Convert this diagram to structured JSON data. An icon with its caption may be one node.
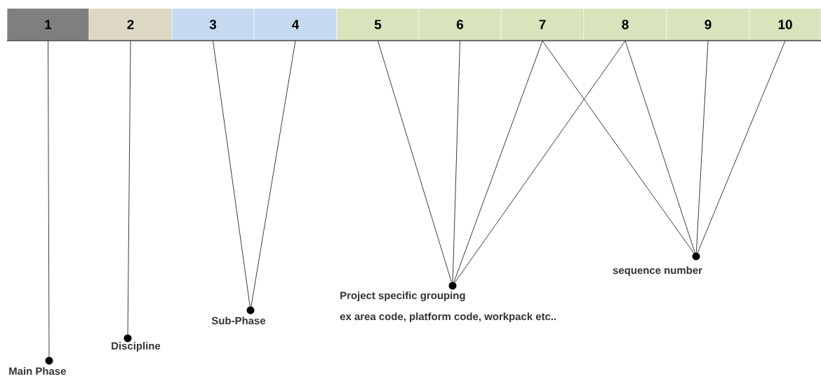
{
  "diagram": {
    "nodes": [
      {
        "text": [
          "1"
        ]
      },
      {
        "text": [
          "2"
        ]
      },
      {
        "text": [
          "3"
        ]
      },
      {
        "text": [
          "4"
        ]
      },
      {
        "text": [
          "5"
        ]
      },
      {
        "text": [
          "6"
        ]
      },
      {
        "text": [
          "7"
        ]
      },
      {
        "text": [
          "8"
        ]
      },
      {
        "text": [
          "9"
        ]
      },
      {
        "text": [
          "10"
        ]
      },
      {
        "text": [],
        "shape": "circle",
        "beside": [
          "Main Phase"
        ]
      },
      {
        "text": [],
        "shape": "circle",
        "beside": [
          "Discipline"
        ]
      },
      {
        "text": [],
        "shape": "circle",
        "beside": [
          "Sub-Phase"
        ]
      },
      {
        "text": [],
        "shape": "circle",
        "beside": [
          "Project specific grouping",
          "ex area code, platform code, workpack etc.."
        ]
      },
      {
        "text": [],
        "shape": "circle",
        "beside": [
          "sequence number"
        ]
      }
    ],
    "edges": [
      {
        "from": 0,
        "to": 10,
        "arrow": "none"
      },
      {
        "from": 1,
        "to": 11,
        "arrow": "none"
      },
      {
        "from": 2,
        "to": 12,
        "arrow": "none"
      },
      {
        "from": 3,
        "to": 12,
        "arrow": "none"
      },
      {
        "from": 4,
        "to": 13,
        "arrow": "none"
      },
      {
        "from": 5,
        "to": 13,
        "arrow": "none"
      },
      {
        "from": 6,
        "to": 13,
        "arrow": "none"
      },
      {
        "from": 7,
        "to": 13,
        "arrow": "none"
      },
      {
        "from": 6,
        "to": 14,
        "arrow": "none"
      },
      {
        "from": 7,
        "to": 14,
        "arrow": "none"
      },
      {
        "from": 8,
        "to": 14,
        "arrow": "none"
      },
      {
        "from": 9,
        "to": 14,
        "arrow": "none"
      }
    ]
  }
}
